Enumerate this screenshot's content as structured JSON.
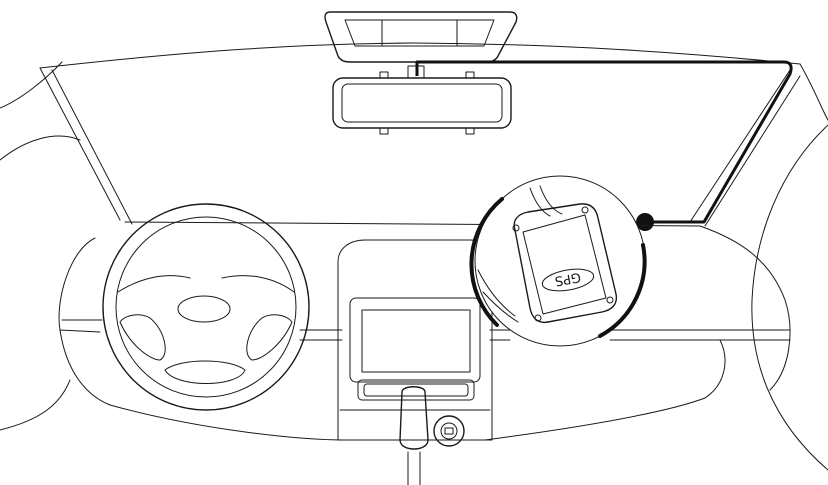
{
  "diagram": {
    "gps_module_label": "GPS",
    "colors": {
      "line": "#1a1a1a",
      "cable": "#111111",
      "background": "#ffffff"
    },
    "icons": [
      "rearview-mirror",
      "dash-camera",
      "steering-wheel",
      "gps-module",
      "gear-shifter",
      "cigarette-lighter"
    ]
  }
}
